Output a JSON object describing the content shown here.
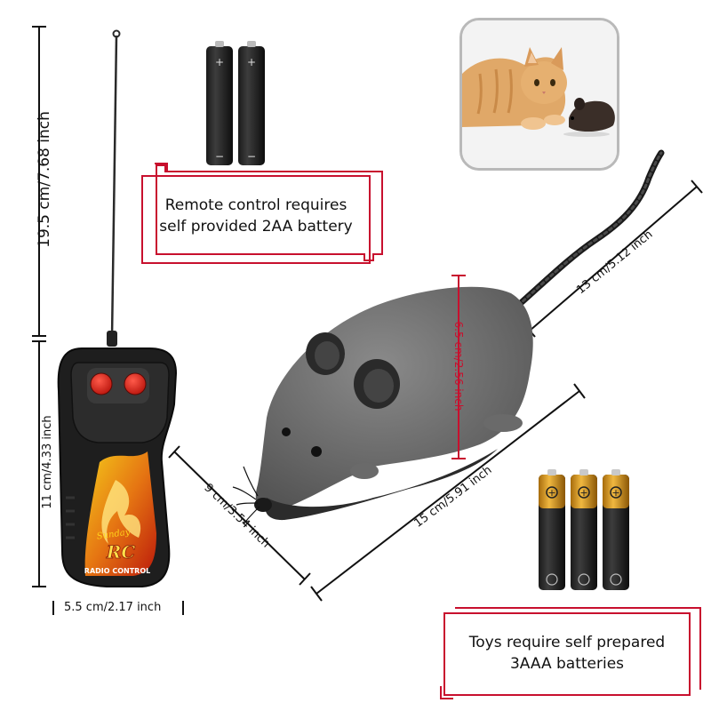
{
  "notes": {
    "remote_battery": {
      "line1": "Remote control requires",
      "line2": "self provided 2AA battery"
    },
    "toy_battery": {
      "line1": "Toys require self prepared",
      "line2": "3AAA batteries"
    }
  },
  "dimensions": {
    "antenna_height": "19.5 cm/7.68 inch",
    "remote_height": "11 cm/4.33 inch",
    "remote_width": "5.5 cm/2.17 inch",
    "mouse_width": "9 cm/3.54 inch",
    "mouse_length": "15 cm/5.91 inch",
    "tail_length": "13 cm/5.12 inch",
    "mouse_height": "6.5 cm/2.56 inch"
  },
  "remote": {
    "brand": "Sunday",
    "logo": "RC",
    "label": "RADIO CONTROL"
  },
  "colors": {
    "frame_red": "#c8102e",
    "button_red": "#e0231b",
    "mouse_gray": "#6f6f6f",
    "battery_gold": "#d69a1e"
  }
}
